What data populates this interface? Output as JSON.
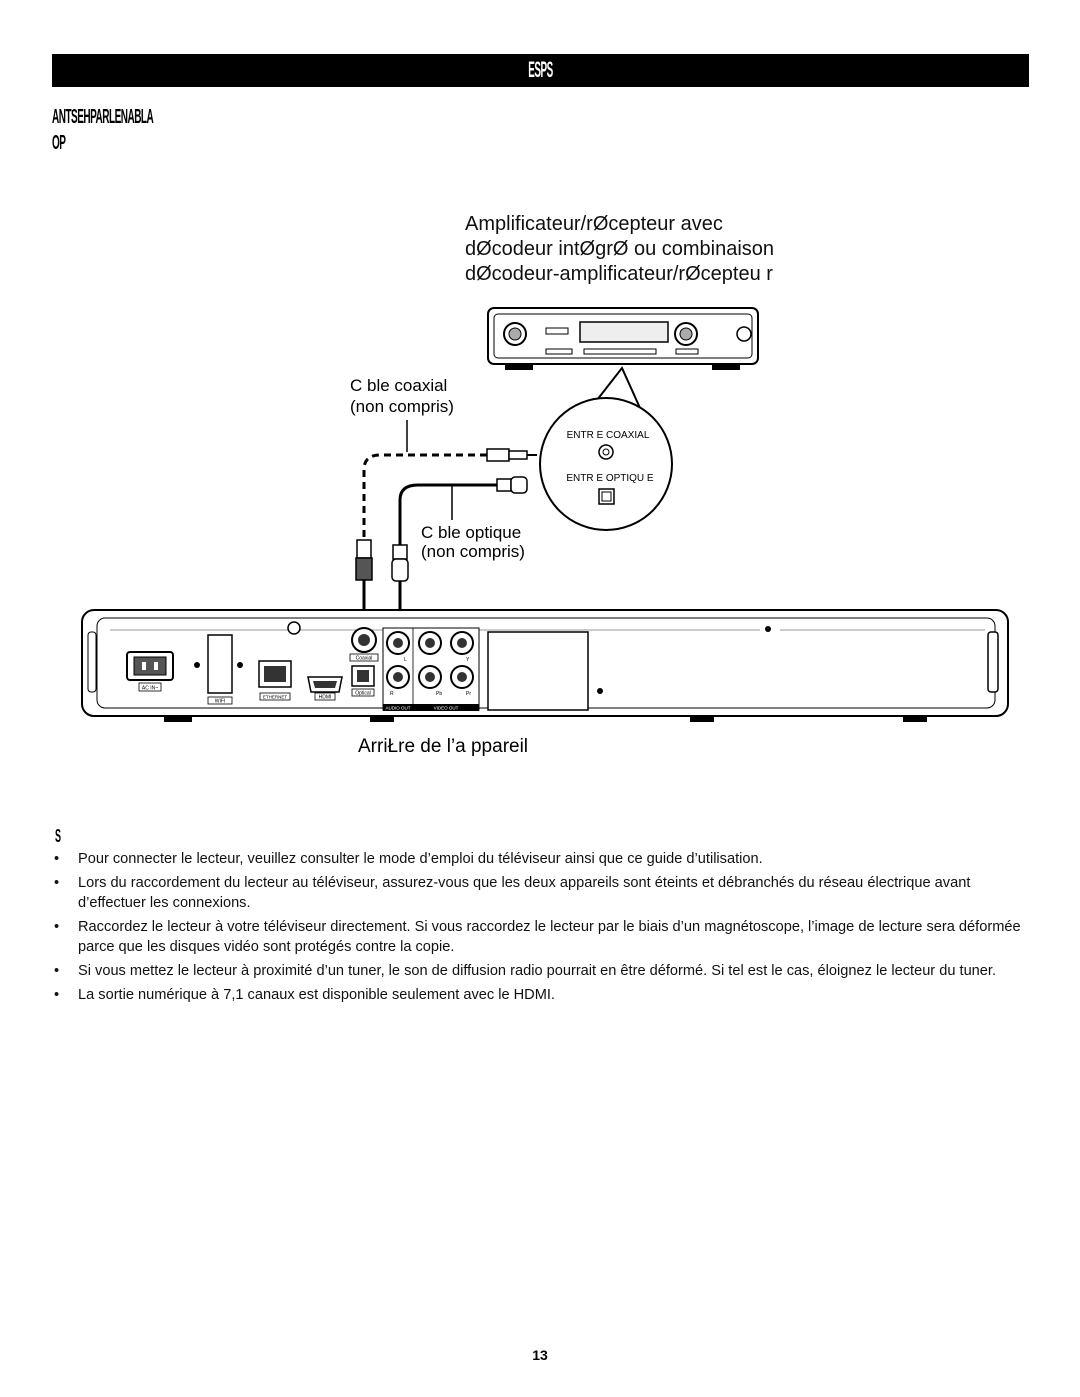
{
  "header": {
    "title": "ESPS"
  },
  "section": {
    "heading_line1": "ANTSEHPARLENABLA",
    "heading_line2": "OP"
  },
  "diagram": {
    "amp_caption_line1": "Amplificateur/rØcepteur avec",
    "amp_caption_line2": "dØcodeur intØgrØ ou combinaison",
    "amp_caption_line3": "dØcodeur-amplificateur/rØcepteu r",
    "coax_cable_line1": "C ble coaxial",
    "coax_cable_line2": "(non compris)",
    "optical_cable_line1": "C ble optique",
    "optical_cable_line2": "(non compris)",
    "coax_input_label": "ENTR E COAXIAL",
    "optical_input_label": "ENTR E OPTIQU E",
    "rear_label": "ArriŁre de l’a ppareil",
    "port_labels": {
      "ac_in": "AC IN~",
      "wifi": "WIFI",
      "ethernet": "ETHERNET",
      "hdmi": "HDMI",
      "coaxial": "Coaxial",
      "optical": "Optical",
      "audio_out": "AUDIO OUT",
      "video_out": "VIDEO OUT",
      "r": "R",
      "l": "L",
      "pb": "Pb",
      "pr": "Pr",
      "y": "Y"
    }
  },
  "notes": {
    "label": "S",
    "items": [
      "Pour connecter le lecteur, veuillez consulter le mode d’emploi du téléviseur ainsi que ce guide d’utilisation.",
      "Lors du raccordement du lecteur au téléviseur, assurez-vous que les deux appareils sont éteints et débranchés du réseau électrique avant d’effectuer les connexions.",
      "Raccordez le lecteur à votre téléviseur directement. Si vous raccordez le lecteur par le biais d’un magnétoscope, l’image de lecture sera déformée parce que les disques vidéo sont protégés contre la copie.",
      "Si vous mettez le lecteur à proximité d’un tuner, le son de diffusion radio pourrait en être déformé. Si tel est le cas, éloignez le lecteur du tuner.",
      "La sortie numérique à 7,1 canaux est disponible seulement avec le HDMI."
    ]
  },
  "footer": {
    "page_number": "13"
  }
}
